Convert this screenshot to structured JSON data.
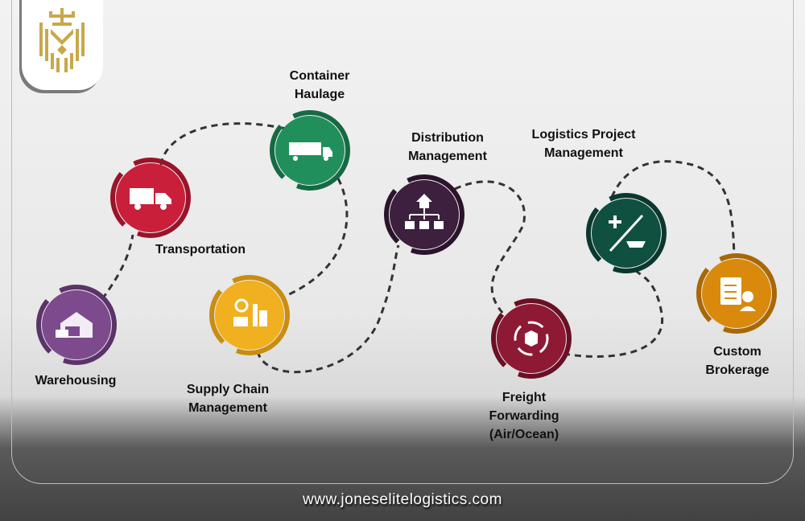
{
  "brand": {
    "logo": "Jones Elite Logistics crest",
    "logo_color": "#c9a84a",
    "website": "www.joneselitelogistics.com"
  },
  "services": [
    {
      "lines": [
        "Warehousing"
      ],
      "color": "#7d4a8e",
      "ring": "#5c3369",
      "icon": "warehouse-icon"
    },
    {
      "lines": [
        "Transportation"
      ],
      "color": "#c91f3a",
      "ring": "#9a1429",
      "icon": "truck-icon"
    },
    {
      "lines": [
        "Container",
        "Haulage"
      ],
      "color": "#218f5c",
      "ring": "#166a43",
      "icon": "container-truck-icon"
    },
    {
      "lines": [
        "Supply Chain",
        "Management"
      ],
      "color": "#f0b020",
      "ring": "#c98d10",
      "icon": "supply-chain-icon"
    },
    {
      "lines": [
        "Distribution",
        "Management"
      ],
      "color": "#3d1f3e",
      "ring": "#2a142b",
      "icon": "distribution-icon"
    },
    {
      "lines": [
        "Logistics Project",
        "Management"
      ],
      "color": "#8e1934",
      "ring": "#6a1025",
      "icon": "boxes-cycle-icon"
    },
    {
      "lines": [
        "Freight",
        "Forwarding",
        "(Air/Ocean)"
      ],
      "color": "#0f5041",
      "ring": "#0a382e",
      "icon": "plane-ship-icon"
    },
    {
      "lines": [
        "Custom",
        "Brokerage"
      ],
      "color": "#d98a0c",
      "ring": "#a86806",
      "icon": "customs-officer-icon"
    }
  ]
}
